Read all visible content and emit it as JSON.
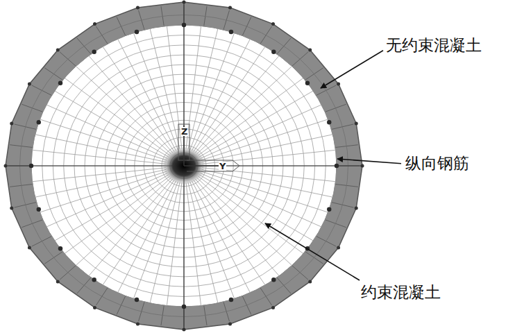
{
  "diagram": {
    "labels": [
      "无约束混凝土",
      "纵向钢筋",
      "约束混凝土",
      "Z",
      "Y"
    ]
  }
}
